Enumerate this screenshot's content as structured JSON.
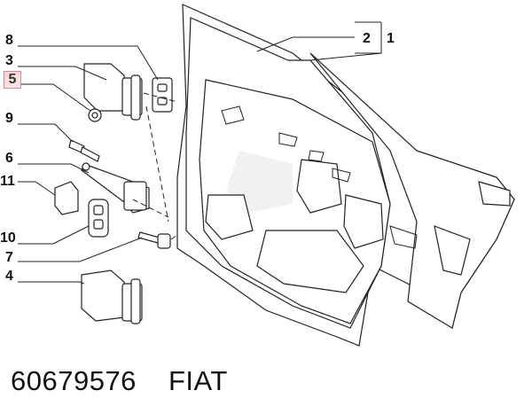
{
  "callouts": {
    "c1": "1",
    "c2": "2",
    "c3": "3",
    "c4": "4",
    "c5": "5",
    "c6": "6",
    "c7": "7",
    "c8": "8",
    "c9": "9",
    "c10": "10",
    "c11": "11"
  },
  "footer": {
    "part_number": "60679576",
    "brand": "FIAT"
  },
  "colors": {
    "highlight_fill": "#fbe1e1",
    "highlight_border": "#d98a8a",
    "line": "#222222"
  }
}
